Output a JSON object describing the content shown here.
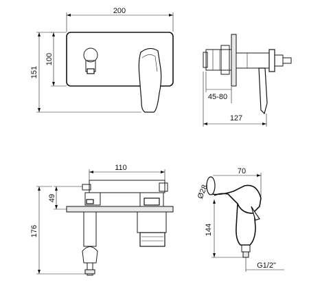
{
  "dimensions": {
    "front_width": "200",
    "front_height_total": "151",
    "plate_height": "100",
    "side_depth_range": "45-80",
    "side_total_depth": "127",
    "top_spacing": "110",
    "top_offset": "49",
    "top_total": "176",
    "shower_width": "70",
    "shower_diameter": "Ø28",
    "shower_height": "144",
    "thread": "G1/2\""
  }
}
